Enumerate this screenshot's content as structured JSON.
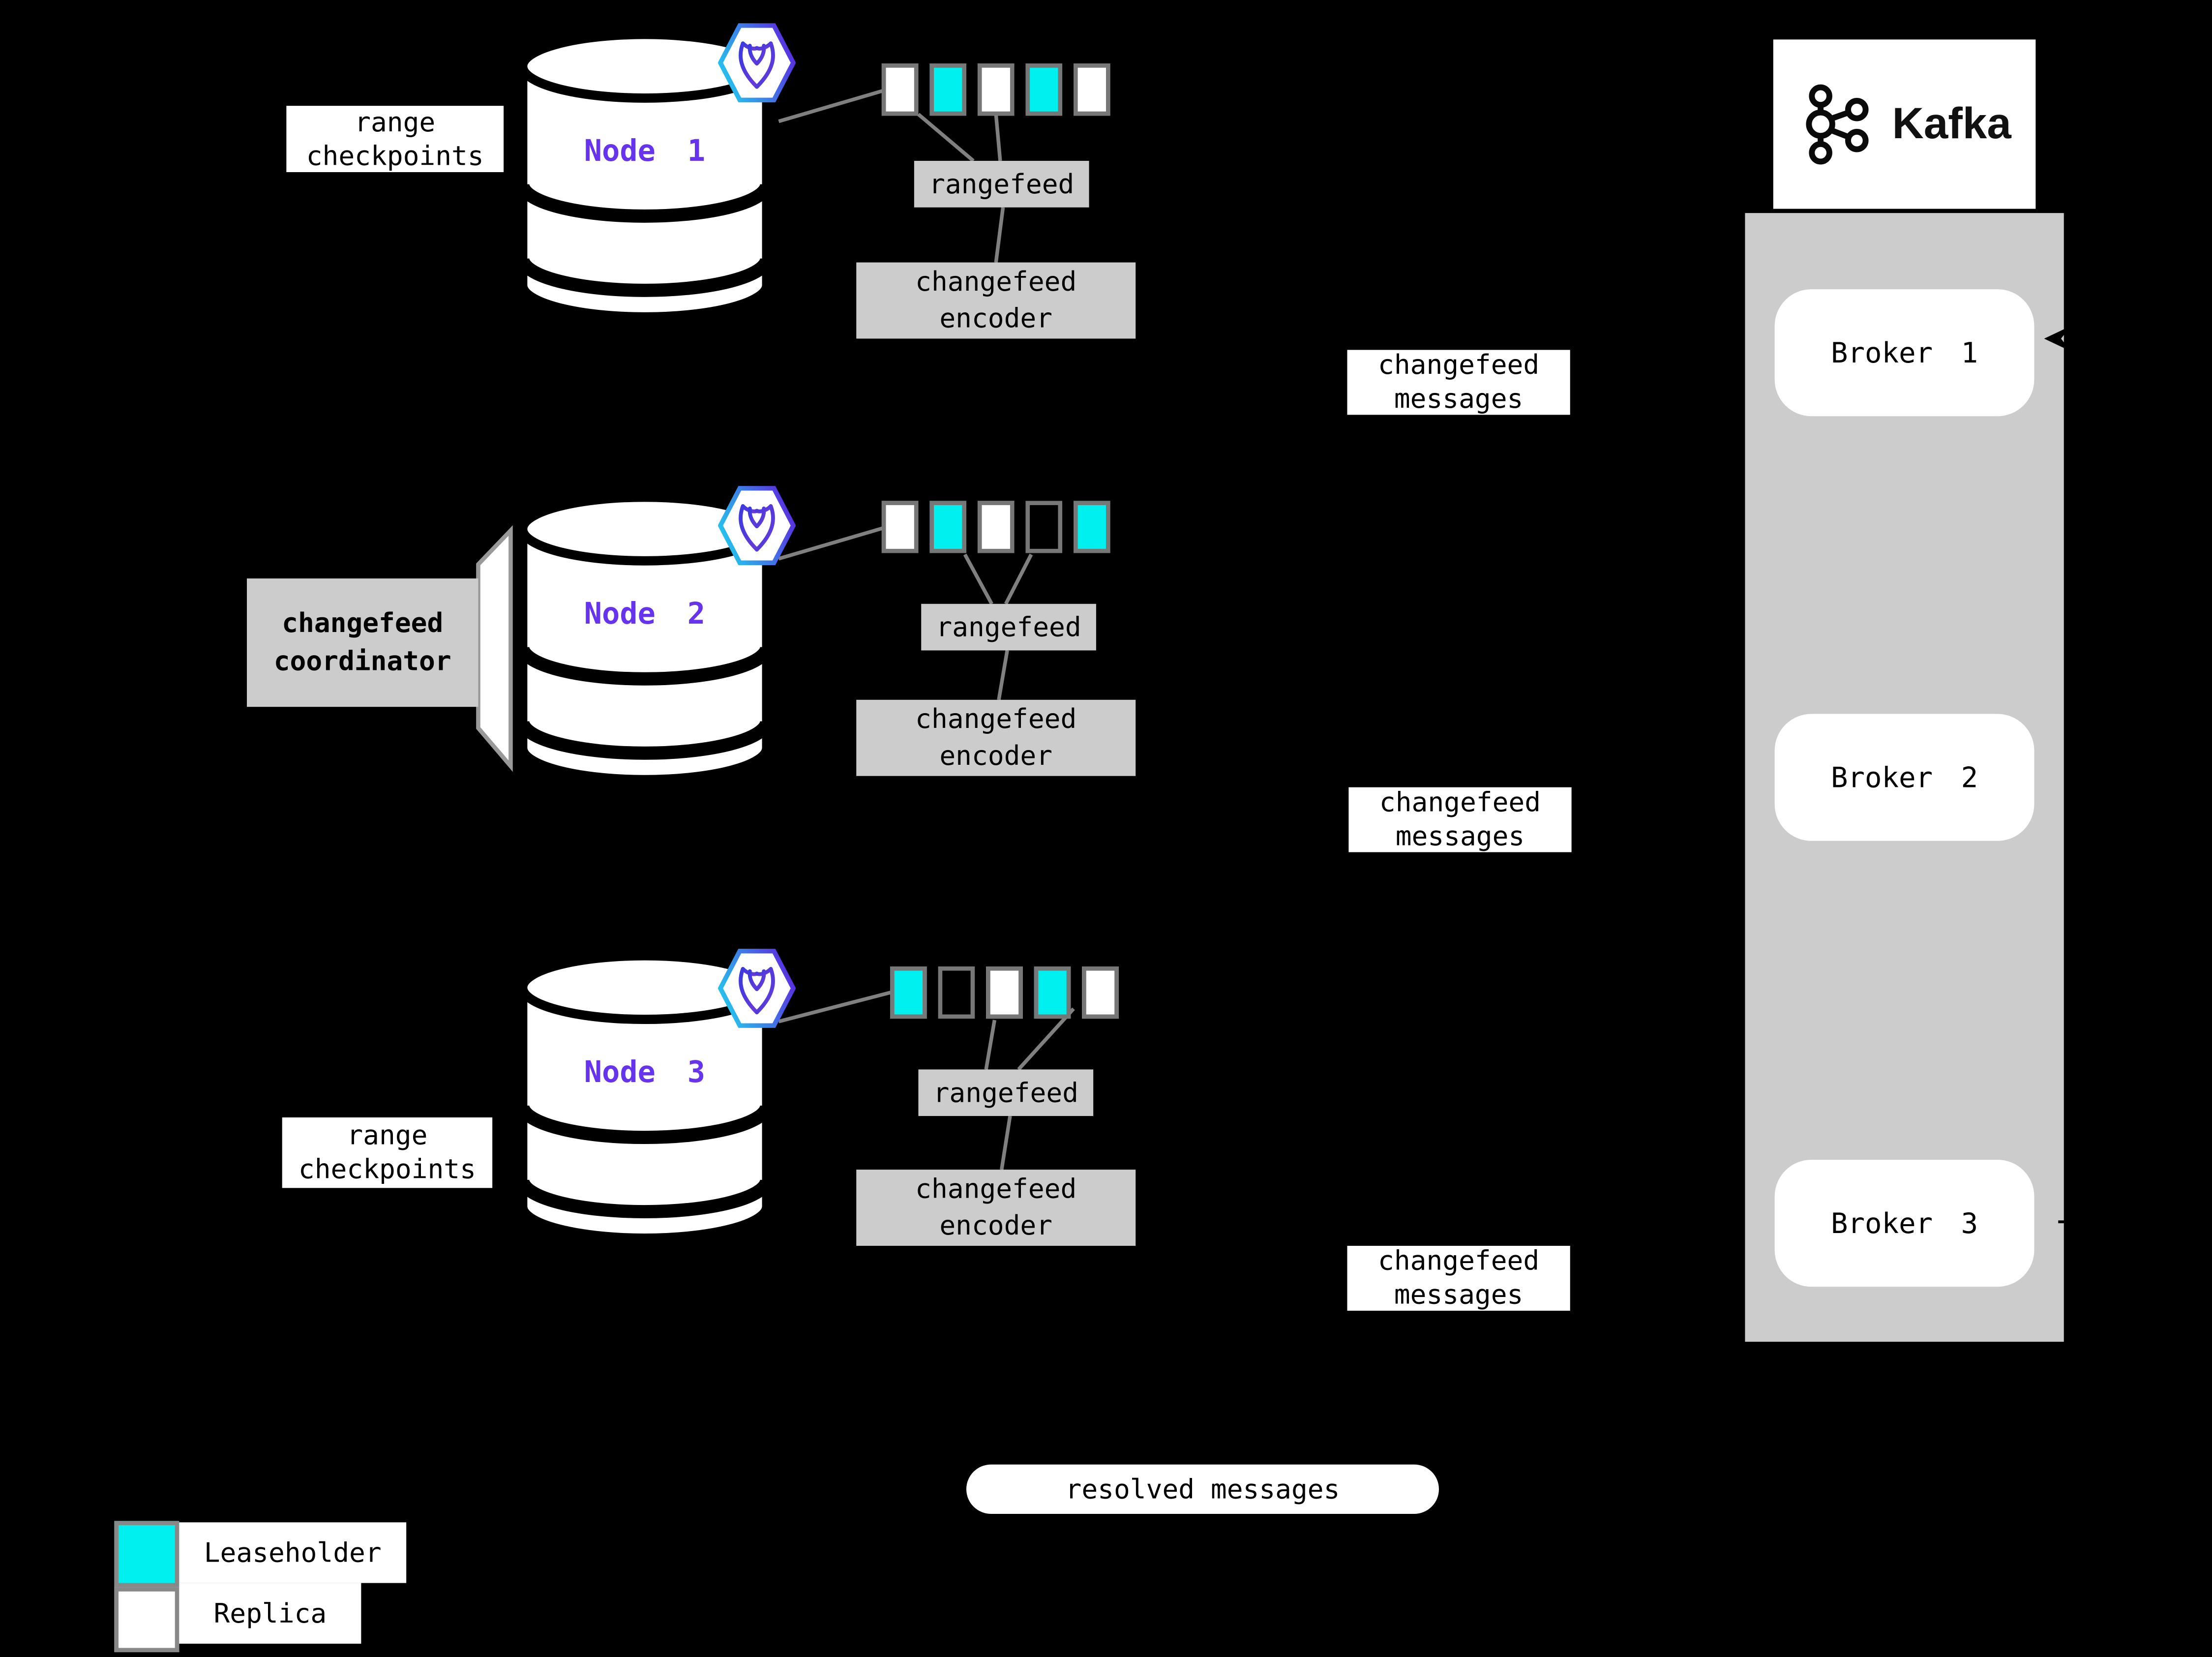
{
  "colors": {
    "leaseholder": "#00efef",
    "replica": "#ffffff",
    "box_gray": "#cccccc",
    "node_name_purple": "#6633ee",
    "connector_gray": "#808080",
    "background": "#000000"
  },
  "nodes": [
    {
      "name": "Node 1",
      "checkpoint_label": "range checkpoints",
      "rangefeed_label": "rangefeed",
      "encoder_label": "changefeed encoder",
      "messages_label": "changefeed messages",
      "ranges": [
        "replica",
        "leaseholder",
        "replica",
        "leaseholder",
        "replica"
      ]
    },
    {
      "name": "Node 2",
      "coordinator_label": "changefeed coordinator",
      "rangefeed_label": "rangefeed",
      "encoder_label": "changefeed encoder",
      "messages_label": "changefeed messages",
      "ranges": [
        "replica",
        "leaseholder",
        "replica",
        "empty",
        "leaseholder"
      ]
    },
    {
      "name": "Node 3",
      "checkpoint_label": "range checkpoints",
      "rangefeed_label": "rangefeed",
      "encoder_label": "changefeed encoder",
      "messages_label": "changefeed messages",
      "ranges": [
        "leaseholder",
        "empty",
        "replica",
        "leaseholder",
        "replica"
      ]
    }
  ],
  "kafka": {
    "wordmark": "Kafka",
    "brokers": [
      "Broker 1",
      "Broker 2",
      "Broker 3"
    ]
  },
  "resolved_label": "resolved messages",
  "legend": {
    "items": [
      {
        "label": "Leaseholder",
        "color": "#00efef"
      },
      {
        "label": "Replica",
        "color": "#ffffff"
      }
    ]
  }
}
